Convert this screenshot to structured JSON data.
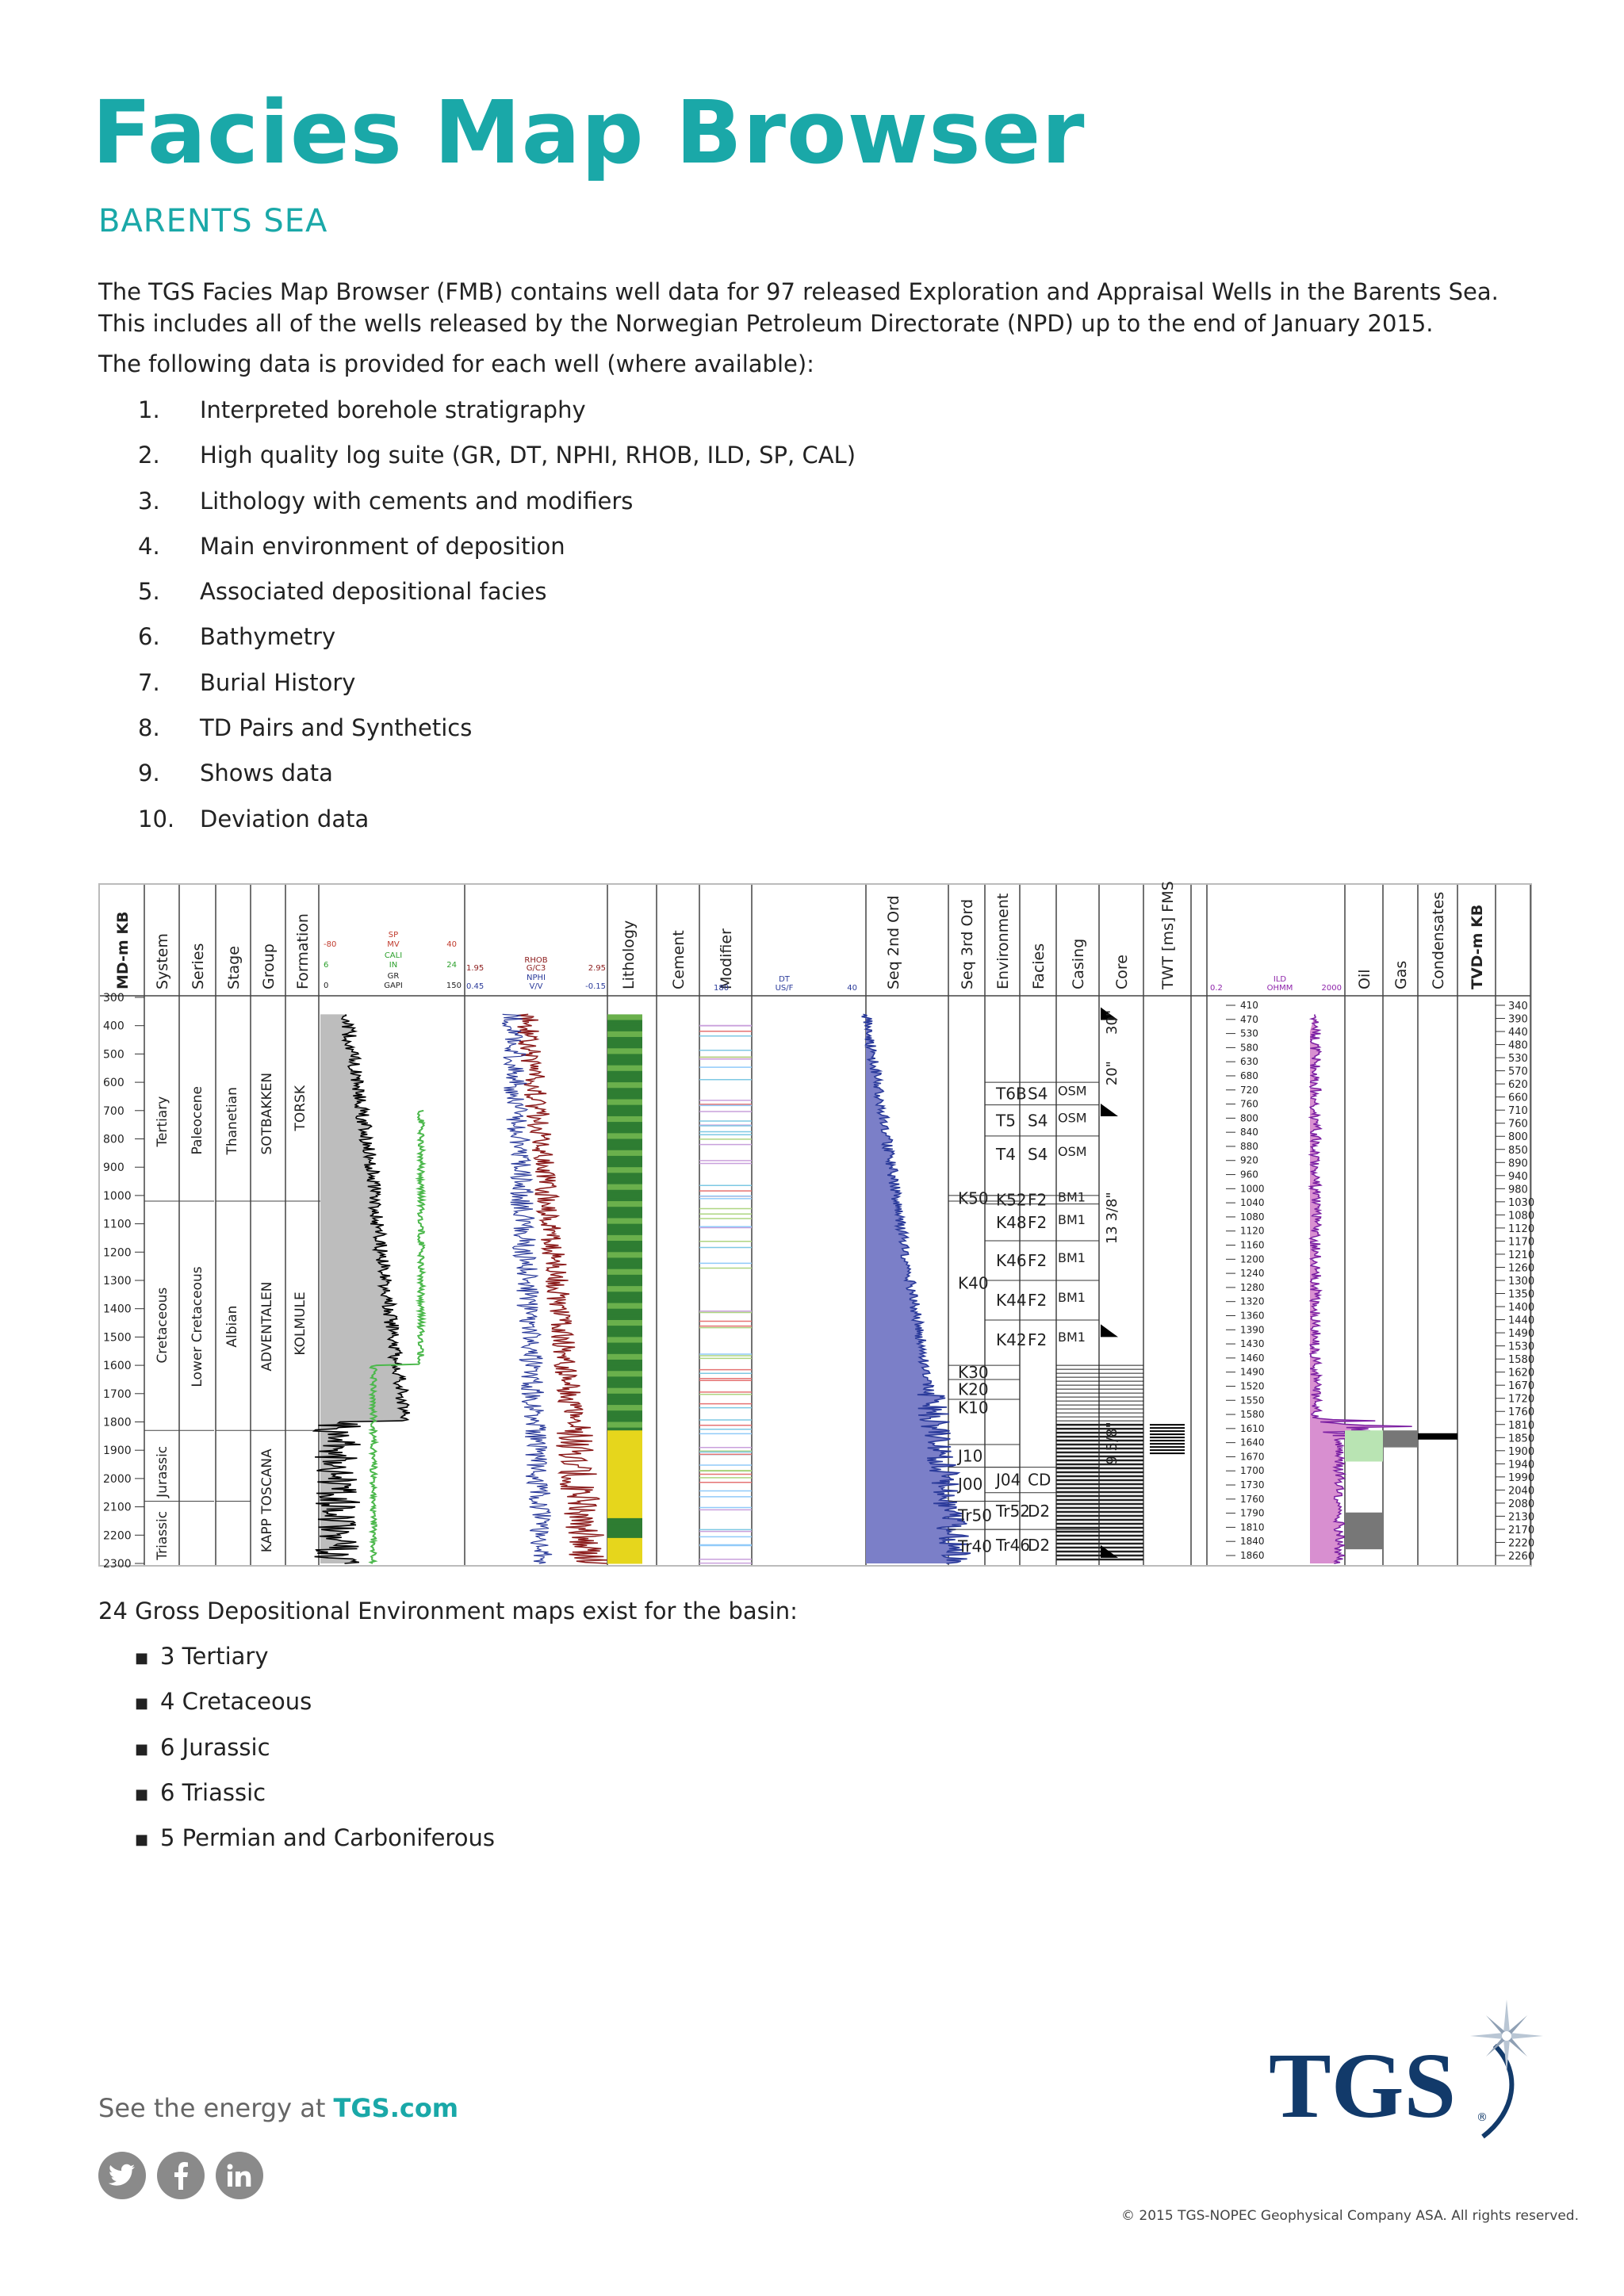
{
  "header": {
    "title": "Facies Map Browser",
    "subtitle": "BARENTS SEA"
  },
  "intro": {
    "paragraph": "The TGS Facies Map Browser (FMB) contains well data for 97 released Exploration and Appraisal Wells in the Barents Sea.  This includes all of the wells released by the Norwegian Petroleum Directorate (NPD) up to the end of January 2015.",
    "lead": "The following data is provided for each well (where available):"
  },
  "data_list": [
    {
      "num": "1.",
      "text": "Interpreted borehole stratigraphy"
    },
    {
      "num": "2.",
      "text": "High quality log suite (GR, DT, NPHI, RHOB, ILD, SP, CAL)"
    },
    {
      "num": "3.",
      "text": "Lithology with cements and modifiers"
    },
    {
      "num": "4.",
      "text": "Main environment of deposition"
    },
    {
      "num": "5.",
      "text": "Associated depositional facies"
    },
    {
      "num": "6.",
      "text": "Bathymetry"
    },
    {
      "num": "7.",
      "text": "Burial History"
    },
    {
      "num": "8.",
      "text": "TD Pairs and Synthetics"
    },
    {
      "num": "9.",
      "text": "Shows data"
    },
    {
      "num": "10.",
      "text": "Deviation data"
    }
  ],
  "well_log": {
    "headers": [
      "MD-m KB",
      "System",
      "Series",
      "Stage",
      "Group",
      "Formation",
      "Lithology",
      "Cement",
      "Modifier",
      "Seq 2nd Ord",
      "Seq 3rd Ord",
      "Environment",
      "Facies",
      "Casing",
      "Core",
      "TWT [ms] FMS",
      "Oil",
      "Gas",
      "Condensates",
      "TVD-m KB"
    ],
    "md_ticks": [
      "300",
      "400",
      "500",
      "600",
      "700",
      "800",
      "900",
      "1000",
      "1100",
      "1200",
      "1300",
      "1400",
      "1500",
      "1600",
      "1700",
      "1800",
      "1900",
      "2000",
      "2100",
      "2200",
      "2300"
    ],
    "systems": [
      "Tertiary",
      "Cretaceous",
      "Jurassic",
      "Triassic"
    ],
    "series": [
      "Paleocene",
      "Lower Cretaceous"
    ],
    "stages": [
      "Thanetian",
      "Albian"
    ],
    "groups": [
      "SOTBAKKEN",
      "ADVENTALEN",
      "KAPP TOSCANA"
    ],
    "formations": [
      "TORSK",
      "KOLMULE"
    ],
    "curve_labels": {
      "sp": "SP",
      "sp_unit": "MV",
      "sp_l": "-80",
      "sp_r": "40",
      "cal": "CALI",
      "cal_unit": "IN",
      "cal_l": "6",
      "cal_r": "24",
      "gr": "GR",
      "gr_unit": "GAPI",
      "gr_l": "0",
      "gr_r": "150",
      "rhob": "RHOB",
      "rhob_unit": "G/C3",
      "rhob_l": "1.95",
      "rhob_r": "2.95",
      "nphi": "NPHI",
      "nphi_unit": "V/V",
      "nphi_l": "0.45",
      "nphi_r": "-0.15",
      "dt": "DT",
      "dt_unit": "US/F",
      "dt_l": "180",
      "dt_r": "40",
      "ild": "ILD",
      "ild_unit": "OHMM",
      "ild_l": "0.2",
      "ild_r": "2000"
    },
    "seq2": [
      "K50",
      "K40",
      "K30",
      "K20",
      "K10",
      "J10",
      "J00",
      "Tr50",
      "Tr40"
    ],
    "seq3": [
      "T6B",
      "T5",
      "T4",
      "K52",
      "K48",
      "K46",
      "K44",
      "K42",
      "J04",
      "Tr52",
      "Tr46"
    ],
    "environment": [
      "S4",
      "S4",
      "S4",
      "F2",
      "F2",
      "F2",
      "F2",
      "F2",
      "CD",
      "D2",
      "D2"
    ],
    "facies": [
      "OSM",
      "OSM",
      "OSM",
      "BM1",
      "BM1",
      "BM1",
      "BM1",
      "BM1"
    ],
    "casing": [
      "30\"",
      "20\"",
      "13 3/8\"",
      "9 5/8\""
    ],
    "twt_ticks": [
      "410",
      "470",
      "530",
      "580",
      "630",
      "680",
      "720",
      "760",
      "800",
      "840",
      "880",
      "920",
      "960",
      "1000",
      "1040",
      "1080",
      "1120",
      "1160",
      "1200",
      "1240",
      "1280",
      "1320",
      "1360",
      "1390",
      "1430",
      "1460",
      "1490",
      "1520",
      "1550",
      "1580",
      "1610",
      "1640",
      "1670",
      "1700",
      "1730",
      "1760",
      "1790",
      "1810",
      "1840",
      "1860"
    ],
    "tvd_ticks": [
      "340",
      "390",
      "440",
      "480",
      "530",
      "570",
      "620",
      "660",
      "710",
      "760",
      "800",
      "850",
      "890",
      "940",
      "980",
      "1030",
      "1080",
      "1120",
      "1170",
      "1210",
      "1260",
      "1300",
      "1350",
      "1400",
      "1440",
      "1490",
      "1530",
      "1580",
      "1620",
      "1670",
      "1720",
      "1760",
      "1810",
      "1850",
      "1900",
      "1940",
      "1990",
      "2040",
      "2080",
      "2130",
      "2170",
      "2220",
      "2260"
    ]
  },
  "maps": {
    "lead": "24 Gross Depositional Environment maps exist for the basin:",
    "items": [
      "3 Tertiary",
      "4 Cretaceous",
      "6 Jurassic",
      "6 Triassic",
      "5 Permian and Carboniferous"
    ]
  },
  "footer": {
    "energy_prefix": "See the energy at ",
    "energy_link": "TGS.com",
    "logo_text": "TGS",
    "copyright": "© 2015 TGS-NOPEC Geophysical Company ASA. All rights reserved."
  }
}
